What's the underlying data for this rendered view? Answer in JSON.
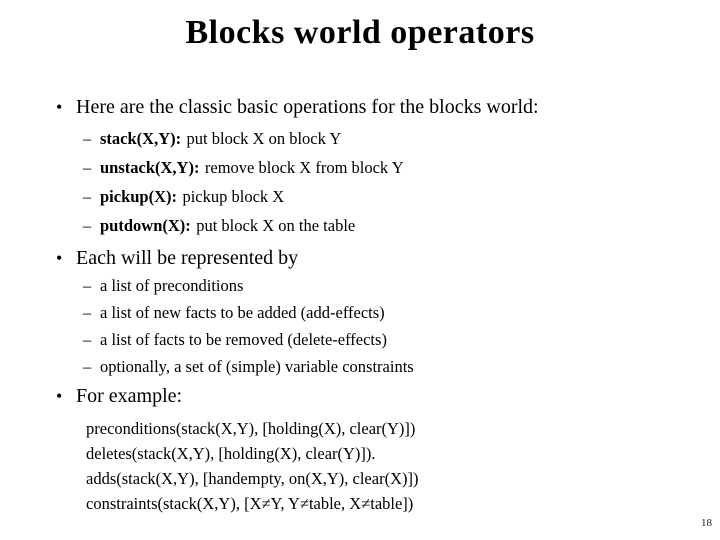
{
  "colors": {
    "background": "#ffffff",
    "text": "#000000"
  },
  "slide": {
    "title": "Blocks world operators",
    "page_number": "18",
    "markers": {
      "bullet": "•",
      "dash": "–"
    },
    "sections": {
      "operations": {
        "heading": "Here are the classic basic operations for the blocks world:",
        "items": [
          {
            "term": "stack(X,Y):",
            "desc": "put block X on block Y"
          },
          {
            "term": "unstack(X,Y):",
            "desc": "remove block X from block Y"
          },
          {
            "term": "pickup(X):",
            "desc": "pickup block X"
          },
          {
            "term": "putdown(X):",
            "desc": "put block X on the table"
          }
        ]
      },
      "representation": {
        "heading": "Each will be represented by",
        "items": [
          "a list of preconditions",
          "a list of new facts to be added (add-effects)",
          "a list of facts to be removed (delete-effects)",
          "optionally, a set of (simple) variable constraints"
        ]
      },
      "example": {
        "heading": "For example:",
        "code_lines": [
          "preconditions(stack(X,Y), [holding(X), clear(Y)])",
          "deletes(stack(X,Y), [holding(X), clear(Y)]).",
          "adds(stack(X,Y), [handempty, on(X,Y), clear(X)])",
          "constraints(stack(X,Y), [X≠Y, Y≠table, X≠table])"
        ]
      }
    }
  }
}
